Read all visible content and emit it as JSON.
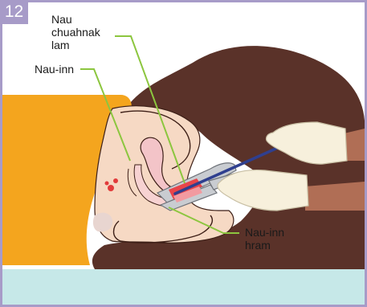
{
  "step": {
    "number": "12"
  },
  "labels": {
    "cervix": [
      "Nau",
      "chuahnak",
      "lam"
    ],
    "uterus": "Nau-inn",
    "vagina": [
      "Nau-inn",
      "hram"
    ]
  },
  "colors": {
    "frame": "#a79bc8",
    "hair": "#5a3229",
    "shirt": "#f4a51e",
    "skin": "#f6d9c4",
    "outline": "#3d1f17",
    "table": "#c6e8e8",
    "glove": "#f7f0dc",
    "leader": "#8cc63f",
    "instrument": "#2f3f8f",
    "speculum": "#c9ccd1"
  }
}
